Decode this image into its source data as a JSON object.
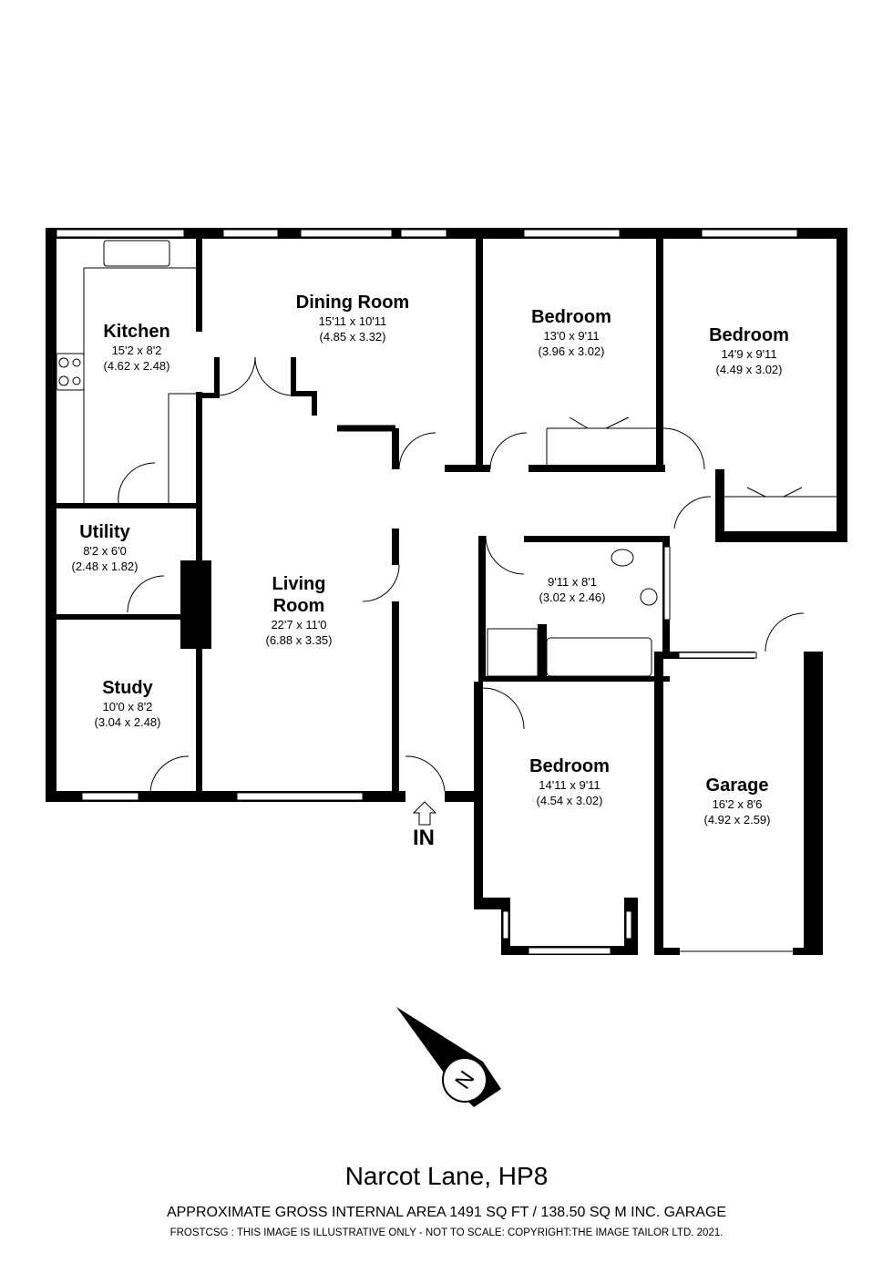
{
  "rooms": {
    "kitchen": {
      "name": "Kitchen",
      "imperial": "15'2 x 8'2",
      "metric": "(4.62 x 2.48)"
    },
    "dining": {
      "name": "Dining Room",
      "imperial": "15'11 x 10'11",
      "metric": "(4.85 x 3.32)"
    },
    "bedroom1": {
      "name": "Bedroom",
      "imperial": "13'0 x 9'11",
      "metric": "(3.96 x 3.02)"
    },
    "bedroom2": {
      "name": "Bedroom",
      "imperial": "14'9 x 9'11",
      "metric": "(4.49 x 3.02)"
    },
    "utility": {
      "name": "Utility",
      "imperial": "8'2 x 6'0",
      "metric": "(2.48 x 1.82)"
    },
    "living": {
      "name": "Living",
      "name2": "Room",
      "imperial": "22'7 x 11'0",
      "metric": "(6.88 x 3.35)"
    },
    "bathroom": {
      "imperial": "9'11 x 8'1",
      "metric": "(3.02 x 2.46)"
    },
    "study": {
      "name": "Study",
      "imperial": "10'0 x 8'2",
      "metric": "(3.04 x 2.48)"
    },
    "bedroom3": {
      "name": "Bedroom",
      "imperial": "14'11 x 9'11",
      "metric": "(4.54 x 3.02)"
    },
    "garage": {
      "name": "Garage",
      "imperial": "16'2 x 8'6",
      "metric": "(4.92 x 2.59)"
    }
  },
  "entrance_label": "IN",
  "compass_label": "N",
  "footer": {
    "title": "Narcot Lane, HP8",
    "area": "APPROXIMATE GROSS INTERNAL AREA 1491 SQ FT / 138.50 SQ M INC. GARAGE",
    "copyright": "FROSTCSG : THIS IMAGE IS ILLUSTRATIVE ONLY - NOT TO SCALE: COPYRIGHT:THE IMAGE TAILOR LTD. 2021."
  }
}
